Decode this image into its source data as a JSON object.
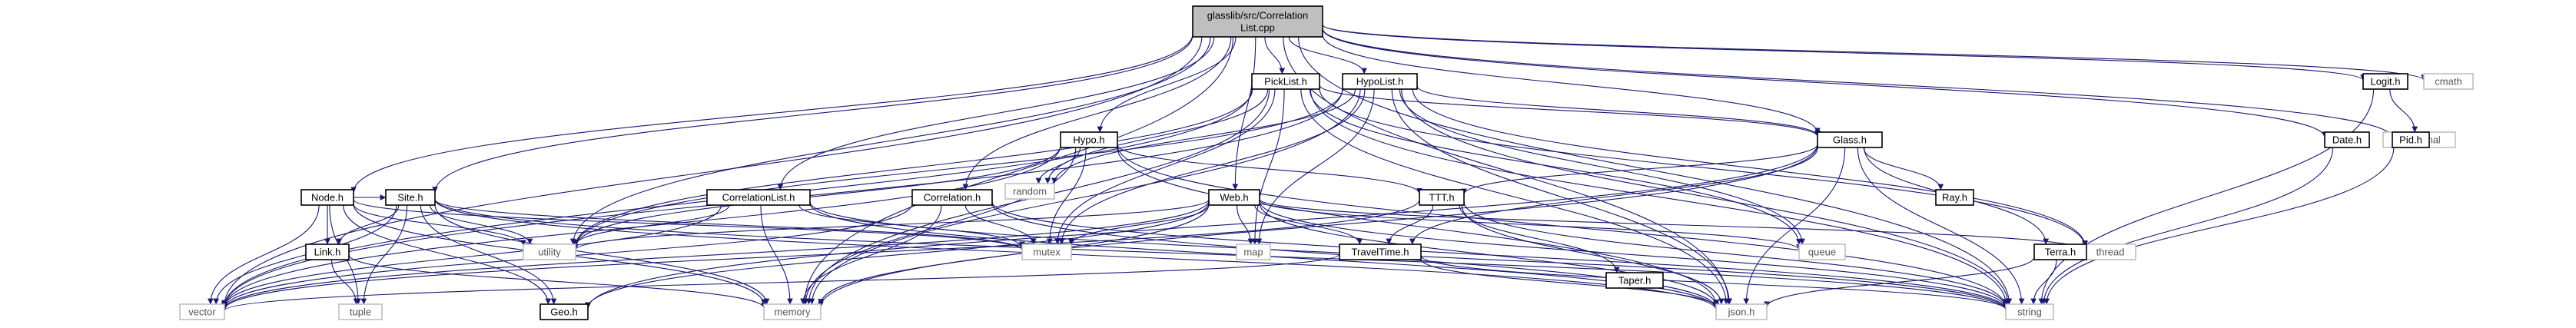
{
  "graph": {
    "kind": "include-dependency-graph",
    "colors": {
      "root_fill": "#bfbfbf",
      "project_node_border": "#000000",
      "external_node_border": "#bfbfbf",
      "edge": "#191970"
    },
    "nodes": [
      {
        "id": "root",
        "label": [
          "glasslib/src/Correlation",
          "List.cpp"
        ],
        "type": "root"
      },
      {
        "id": "picklist",
        "label": [
          "PickList.h"
        ],
        "type": "project"
      },
      {
        "id": "hypolist",
        "label": [
          "HypoList.h"
        ],
        "type": "project"
      },
      {
        "id": "logit",
        "label": [
          "Logit.h"
        ],
        "type": "project"
      },
      {
        "id": "cmath",
        "label": [
          "cmath"
        ],
        "type": "external"
      },
      {
        "id": "functional",
        "label": [
          "functional"
        ],
        "type": "external"
      },
      {
        "id": "glass",
        "label": [
          "Glass.h"
        ],
        "type": "project"
      },
      {
        "id": "hypo",
        "label": [
          "Hypo.h"
        ],
        "type": "project"
      },
      {
        "id": "random",
        "label": [
          "random"
        ],
        "type": "external"
      },
      {
        "id": "date",
        "label": [
          "Date.h"
        ],
        "type": "project"
      },
      {
        "id": "pid",
        "label": [
          "Pid.h"
        ],
        "type": "project"
      },
      {
        "id": "ray",
        "label": [
          "Ray.h"
        ],
        "type": "project"
      },
      {
        "id": "node",
        "label": [
          "Node.h"
        ],
        "type": "project"
      },
      {
        "id": "site",
        "label": [
          "Site.h"
        ],
        "type": "project"
      },
      {
        "id": "correlationlist",
        "label": [
          "CorrelationList.h"
        ],
        "type": "project"
      },
      {
        "id": "correlation",
        "label": [
          "Correlation.h"
        ],
        "type": "project"
      },
      {
        "id": "web",
        "label": [
          "Web.h"
        ],
        "type": "project"
      },
      {
        "id": "ttt",
        "label": [
          "TTT.h"
        ],
        "type": "project"
      },
      {
        "id": "queue",
        "label": [
          "queue"
        ],
        "type": "external"
      },
      {
        "id": "thread",
        "label": [
          "thread"
        ],
        "type": "external"
      },
      {
        "id": "mutex",
        "label": [
          "mutex"
        ],
        "type": "external"
      },
      {
        "id": "map",
        "label": [
          "map"
        ],
        "type": "external"
      },
      {
        "id": "utility",
        "label": [
          "utility"
        ],
        "type": "external"
      },
      {
        "id": "link",
        "label": [
          "Link.h"
        ],
        "type": "project"
      },
      {
        "id": "traveltime",
        "label": [
          "TravelTime.h"
        ],
        "type": "project"
      },
      {
        "id": "taper",
        "label": [
          "Taper.h"
        ],
        "type": "project"
      },
      {
        "id": "terra",
        "label": [
          "Terra.h"
        ],
        "type": "project"
      },
      {
        "id": "vector",
        "label": [
          "vector"
        ],
        "type": "external"
      },
      {
        "id": "tuple",
        "label": [
          "tuple"
        ],
        "type": "external"
      },
      {
        "id": "geo",
        "label": [
          "Geo.h"
        ],
        "type": "project"
      },
      {
        "id": "memory",
        "label": [
          "memory"
        ],
        "type": "external"
      },
      {
        "id": "json",
        "label": [
          "json.h"
        ],
        "type": "external"
      },
      {
        "id": "string",
        "label": [
          "string"
        ],
        "type": "external"
      }
    ],
    "edges": [
      [
        "root",
        "picklist"
      ],
      [
        "root",
        "hypolist"
      ],
      [
        "root",
        "logit"
      ],
      [
        "root",
        "cmath"
      ],
      [
        "root",
        "glass"
      ],
      [
        "root",
        "hypo"
      ],
      [
        "root",
        "date"
      ],
      [
        "root",
        "pid"
      ],
      [
        "root",
        "node"
      ],
      [
        "root",
        "site"
      ],
      [
        "root",
        "correlationlist"
      ],
      [
        "root",
        "correlation"
      ],
      [
        "root",
        "web"
      ],
      [
        "root",
        "utility"
      ],
      [
        "root",
        "memory"
      ],
      [
        "root",
        "vector"
      ],
      [
        "root",
        "string"
      ],
      [
        "root",
        "json"
      ],
      [
        "picklist",
        "glass"
      ],
      [
        "picklist",
        "random"
      ],
      [
        "picklist",
        "queue"
      ],
      [
        "picklist",
        "thread"
      ],
      [
        "picklist",
        "mutex"
      ],
      [
        "picklist",
        "map"
      ],
      [
        "picklist",
        "utility"
      ],
      [
        "picklist",
        "memory"
      ],
      [
        "picklist",
        "vector"
      ],
      [
        "picklist",
        "json"
      ],
      [
        "picklist",
        "string"
      ],
      [
        "hypolist",
        "glass"
      ],
      [
        "hypolist",
        "random"
      ],
      [
        "hypolist",
        "queue"
      ],
      [
        "hypolist",
        "thread"
      ],
      [
        "hypolist",
        "mutex"
      ],
      [
        "hypolist",
        "map"
      ],
      [
        "hypolist",
        "utility"
      ],
      [
        "hypolist",
        "memory"
      ],
      [
        "hypolist",
        "vector"
      ],
      [
        "hypolist",
        "json"
      ],
      [
        "hypolist",
        "string"
      ],
      [
        "logit",
        "functional"
      ],
      [
        "logit",
        "string"
      ],
      [
        "date",
        "string"
      ],
      [
        "pid",
        "string"
      ],
      [
        "glass",
        "ray"
      ],
      [
        "glass",
        "ttt"
      ],
      [
        "glass",
        "traveltime"
      ],
      [
        "glass",
        "terra"
      ],
      [
        "glass",
        "json"
      ],
      [
        "glass",
        "string"
      ],
      [
        "glass",
        "geo"
      ],
      [
        "glass",
        "memory"
      ],
      [
        "hypo",
        "random"
      ],
      [
        "hypo",
        "mutex"
      ],
      [
        "hypo",
        "ttt"
      ],
      [
        "hypo",
        "utility"
      ],
      [
        "hypo",
        "memory"
      ],
      [
        "hypo",
        "vector"
      ],
      [
        "hypo",
        "json"
      ],
      [
        "hypo",
        "string"
      ],
      [
        "node",
        "link"
      ],
      [
        "node",
        "site"
      ],
      [
        "node",
        "utility"
      ],
      [
        "node",
        "mutex"
      ],
      [
        "node",
        "memory"
      ],
      [
        "node",
        "vector"
      ],
      [
        "node",
        "tuple"
      ],
      [
        "node",
        "geo"
      ],
      [
        "site",
        "link"
      ],
      [
        "site",
        "geo"
      ],
      [
        "site",
        "utility"
      ],
      [
        "site",
        "mutex"
      ],
      [
        "site",
        "memory"
      ],
      [
        "site",
        "vector"
      ],
      [
        "site",
        "tuple"
      ],
      [
        "site",
        "json"
      ],
      [
        "site",
        "string"
      ],
      [
        "correlationlist",
        "utility"
      ],
      [
        "correlationlist",
        "mutex"
      ],
      [
        "correlationlist",
        "memory"
      ],
      [
        "correlationlist",
        "vector"
      ],
      [
        "correlationlist",
        "json"
      ],
      [
        "correlationlist",
        "string"
      ],
      [
        "correlation",
        "mutex"
      ],
      [
        "correlation",
        "memory"
      ],
      [
        "correlation",
        "vector"
      ],
      [
        "correlation",
        "json"
      ],
      [
        "correlation",
        "string"
      ],
      [
        "web",
        "mutex"
      ],
      [
        "web",
        "map"
      ],
      [
        "web",
        "traveltime"
      ],
      [
        "web",
        "queue"
      ],
      [
        "web",
        "thread"
      ],
      [
        "web",
        "utility"
      ],
      [
        "web",
        "memory"
      ],
      [
        "web",
        "vector"
      ],
      [
        "web",
        "json"
      ],
      [
        "web",
        "string"
      ],
      [
        "web",
        "geo"
      ],
      [
        "ttt",
        "traveltime"
      ],
      [
        "ttt",
        "taper"
      ],
      [
        "ttt",
        "string"
      ],
      [
        "ttt",
        "json"
      ],
      [
        "ttt",
        "vector"
      ],
      [
        "link",
        "tuple"
      ],
      [
        "link",
        "memory"
      ],
      [
        "traveltime",
        "vector"
      ],
      [
        "traveltime",
        "json"
      ],
      [
        "traveltime",
        "string"
      ],
      [
        "terra",
        "json"
      ],
      [
        "terra",
        "string"
      ]
    ]
  }
}
